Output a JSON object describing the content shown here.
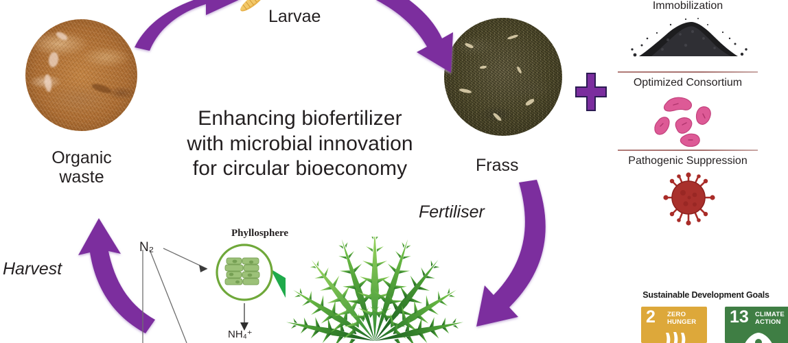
{
  "graphical_abstract": {
    "title_lines": [
      "Enhancing biofertilizer",
      "with microbial innovation",
      "for circular bioeconomy"
    ],
    "title_full": "Enhancing biofertilizer with microbial innovation for circular bioeconomy",
    "background_color": "#ffffff",
    "accent_purple": "#7B2D9E",
    "divider_color": "#b07a77"
  },
  "cycle": {
    "nodes": [
      {
        "id": "organic-waste",
        "label_line1": "Organic",
        "label_line2": "waste",
        "label": "Organic waste",
        "image": "brown-organic-waste-photo"
      },
      {
        "id": "larvae",
        "label": "Larvae",
        "image": "larva-photo"
      },
      {
        "id": "frass",
        "label": "Frass",
        "image": "dark-frass-compost-photo"
      }
    ],
    "arrow_labels": [
      {
        "id": "harvest",
        "label": "Harvest",
        "style": "italic"
      },
      {
        "id": "fertiliser",
        "label": "Fertiliser",
        "style": "italic"
      }
    ]
  },
  "right_panel": {
    "sections": [
      {
        "id": "immobilization",
        "label": "Immobilization",
        "icon": "biochar-pile-icon"
      },
      {
        "id": "optimized-consortium",
        "label": "Optimized Consortium",
        "icon": "bacteria-rods-icon"
      },
      {
        "id": "pathogenic-suppression",
        "label": "Pathogenic Suppression",
        "icon": "virus-icon"
      }
    ],
    "plus_symbol": "+"
  },
  "plant_diagram": {
    "phyllosphere_label": "Phyllosphere",
    "n2_label": "N₂",
    "nh4_label": "NH₄⁺",
    "plant": "green-fern-plant"
  },
  "sdg": {
    "heading": "Sustainable Development Goals",
    "goals": [
      {
        "number": "2",
        "line1": "ZERO",
        "line2": "HUNGER",
        "color": "#DDA83A"
      },
      {
        "number": "13",
        "line1": "CLIMATE",
        "line2": "ACTION",
        "color": "#3F7E44"
      }
    ]
  }
}
